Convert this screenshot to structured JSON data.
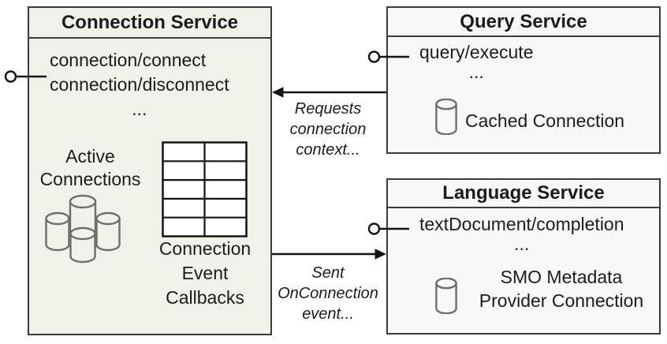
{
  "diagram": {
    "connection_service": {
      "title": "Connection Service",
      "methods": [
        "connection/connect",
        "connection/disconnect"
      ],
      "ellipsis": "...",
      "active_connections_lines": [
        "Active",
        "Connections"
      ],
      "callbacks_lines": [
        "Connection",
        "Event",
        "Callbacks"
      ]
    },
    "query_service": {
      "title": "Query Service",
      "method": "query/execute",
      "ellipsis": "...",
      "cache_label": "Cached Connection"
    },
    "language_service": {
      "title": "Language Service",
      "method": "textDocument/completion",
      "ellipsis": "...",
      "provider_label_lines": [
        "SMO Metadata",
        "Provider Connection"
      ]
    },
    "annotations": {
      "requests_lines": [
        "Requests",
        "connection",
        "context..."
      ],
      "sent_lines": [
        "Sent",
        "OnConnection",
        "event..."
      ]
    },
    "colors": {
      "connection_fill": "#eff2e9",
      "service_fill": "#f7f8f7",
      "border": "#3b3b39",
      "connector": "#141414",
      "icon_stroke": "#6e6e6e",
      "text": "#1c1c1c"
    }
  }
}
